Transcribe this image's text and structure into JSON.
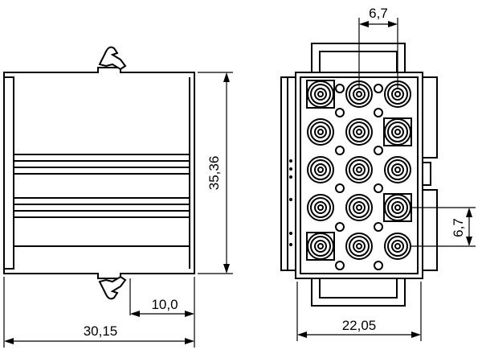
{
  "dimensions": {
    "top_pitch": "6,7",
    "side_height": "35,36",
    "slot_width": "10,0",
    "side_width": "30,15",
    "front_width": "22,05",
    "right_pitch": "6,7"
  }
}
